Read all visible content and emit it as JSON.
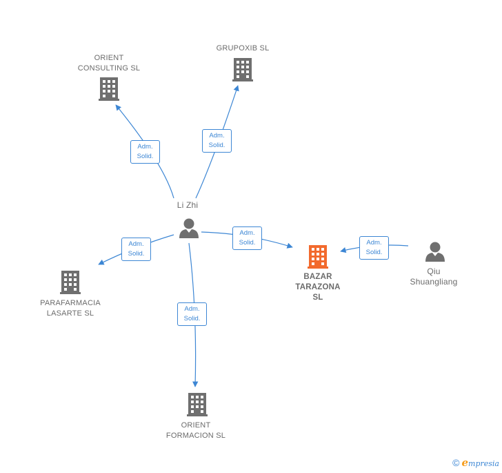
{
  "nodes": {
    "orient_consulting": {
      "line1": "ORIENT",
      "line2": "CONSULTING SL",
      "icon": "building-icon"
    },
    "grupoxib": {
      "line1": "GRUPOXIB  SL",
      "icon": "building-icon"
    },
    "li_zhi": {
      "line1": "Li Zhi",
      "icon": "person-icon"
    },
    "parafarmacia": {
      "line1": "PARAFARMACIA",
      "line2": "LASARTE  SL",
      "icon": "building-icon"
    },
    "bazar": {
      "line1": "BAZAR",
      "line2": "TARAZONA",
      "line3": "SL",
      "icon": "building-icon"
    },
    "qiu": {
      "line1": "Qiu",
      "line2": "Shuangliang",
      "icon": "person-icon"
    },
    "orient_formacion": {
      "line1": "ORIENT",
      "line2": "FORMACION SL",
      "icon": "building-icon"
    }
  },
  "relations": [
    {
      "id": "r1",
      "line1": "Adm.",
      "line2": "Solid."
    },
    {
      "id": "r2",
      "line1": "Adm.",
      "line2": "Solid."
    },
    {
      "id": "r3",
      "line1": "Adm.",
      "line2": "Solid."
    },
    {
      "id": "r4",
      "line1": "Adm.",
      "line2": "Solid."
    },
    {
      "id": "r5",
      "line1": "Adm.",
      "line2": "Solid."
    },
    {
      "id": "r6",
      "line1": "Adm.",
      "line2": "Solid."
    }
  ],
  "colors": {
    "edge": "#3c86d4",
    "icon": "#6f6f6f",
    "highlight": "#f26a2d"
  },
  "footer": {
    "copyright": "©",
    "brand_initial": "e",
    "brand_rest": "mpresia"
  }
}
